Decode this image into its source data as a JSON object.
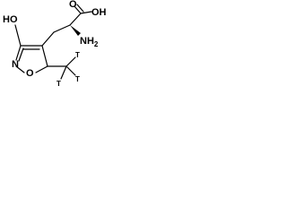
{
  "molecule": {
    "hydroxyl_label": "HO",
    "carboxyl_oxygen_label": "O",
    "carboxyl_hydroxyl_label": "OH",
    "amino_label": "NH",
    "amino_subscript": "2",
    "ring_nitrogen_label": "N",
    "ring_oxygen_label": "O",
    "tritium_labels": [
      "T",
      "T",
      "T"
    ]
  }
}
